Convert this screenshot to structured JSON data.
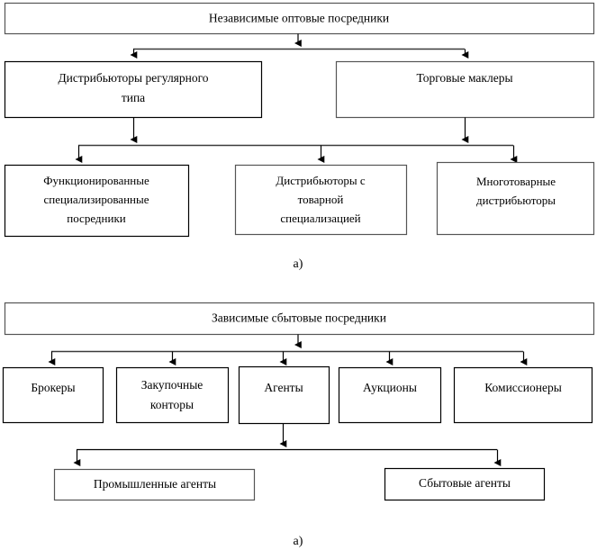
{
  "figure": {
    "title_a": "Независимые оптовые посредники",
    "title_b": "Зависимые сбытовые посредники"
  },
  "diagram_a": {
    "caption": "а)",
    "root": {
      "label": "Независимые оптовые посредники"
    },
    "level2": [
      {
        "label_line1": "Дистрибьюторы регулярного",
        "label_line2": "типа"
      },
      {
        "label_line1": "Торговые маклеры",
        "label_line2": ""
      }
    ],
    "level3": [
      {
        "label_line1": "Функционированные",
        "label_line2": "специализированные",
        "label_line3": "посредники"
      },
      {
        "label_line1": "Дистрибьюторы с",
        "label_line2": "товарной",
        "label_line3": "специализацией"
      },
      {
        "label_line1": "Многотоварные",
        "label_line2": "дистрибьюторы",
        "label_line3": ""
      }
    ]
  },
  "diagram_b": {
    "caption": "а)",
    "root": {
      "label": "Зависимые сбытовые посредники"
    },
    "level2": [
      {
        "label_line1": "Брокеры",
        "label_line2": ""
      },
      {
        "label_line1": "Закупочные",
        "label_line2": "конторы"
      },
      {
        "label_line1": "Агенты",
        "label_line2": ""
      },
      {
        "label_line1": "Аукционы",
        "label_line2": ""
      },
      {
        "label_line1": "Комиссионеры",
        "label_line2": ""
      }
    ],
    "level3": [
      {
        "label_line1": "Промышленные агенты"
      },
      {
        "label_line1": "Сбытовые агенты"
      }
    ]
  },
  "style": {
    "box_fill": "#ffffff",
    "box_stroke": "#000000",
    "bus_stroke": "#3a3a3a",
    "text_color": "#000000",
    "page_background": "#ffffff"
  }
}
